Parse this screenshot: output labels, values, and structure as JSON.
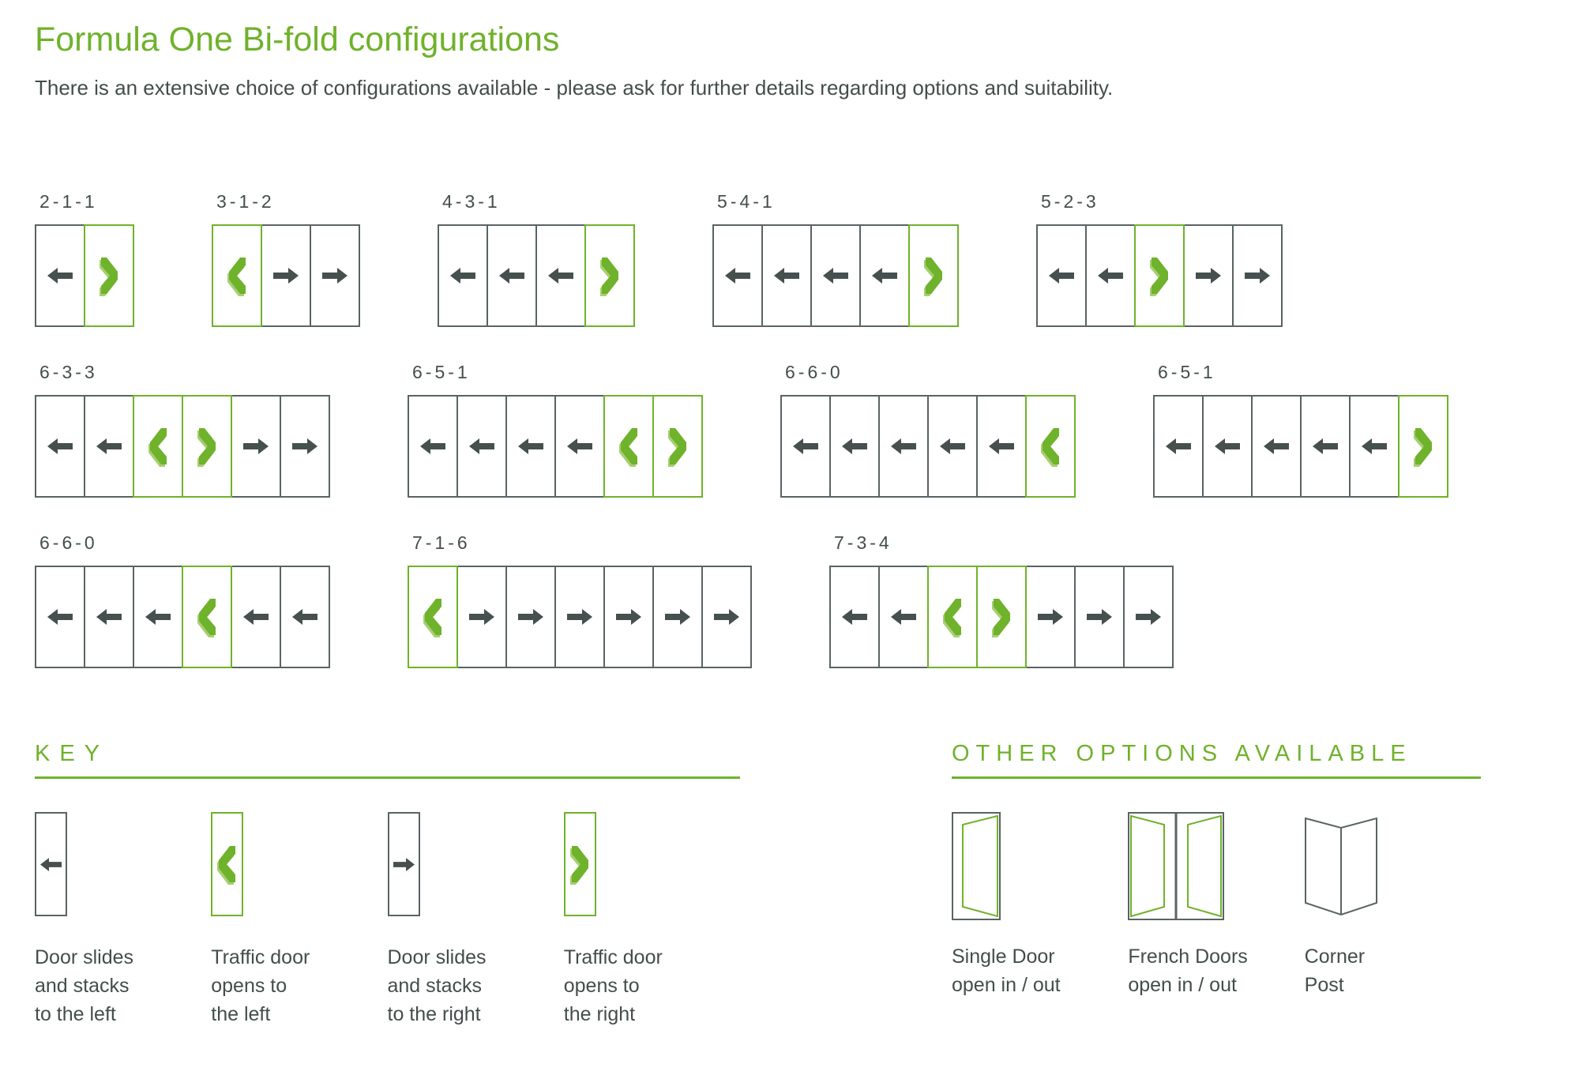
{
  "header": {
    "title": "Formula One Bi-fold configurations",
    "subtitle": "There is an extensive choice of configurations available - please ask for further details regarding options and suitability."
  },
  "colors": {
    "green": "#6fb22b",
    "green_light": "#a6cf72",
    "arrow_slate": "#46504f",
    "panel_border": "#5a6364",
    "text": "#434e4c"
  },
  "config_rows": [
    [
      {
        "label": "2-1-1",
        "panels": [
          "slide-left",
          "traffic-right"
        ]
      },
      {
        "label": "3-1-2",
        "panels": [
          "traffic-left",
          "slide-right",
          "slide-right"
        ]
      },
      {
        "label": "4-3-1",
        "panels": [
          "slide-left",
          "slide-left",
          "slide-left",
          "traffic-right"
        ]
      },
      {
        "label": "5-4-1",
        "panels": [
          "slide-left",
          "slide-left",
          "slide-left",
          "slide-left",
          "traffic-right"
        ]
      },
      {
        "label": "5-2-3",
        "panels": [
          "slide-left",
          "slide-left",
          "traffic-right",
          "slide-right",
          "slide-right"
        ]
      }
    ],
    [
      {
        "label": "6-3-3",
        "panels": [
          "slide-left",
          "slide-left",
          "traffic-left",
          "traffic-right",
          "slide-right",
          "slide-right"
        ]
      },
      {
        "label": "6-5-1",
        "panels": [
          "slide-left",
          "slide-left",
          "slide-left",
          "slide-left",
          "traffic-left",
          "traffic-right"
        ]
      },
      {
        "label": "6-6-0",
        "panels": [
          "slide-left",
          "slide-left",
          "slide-left",
          "slide-left",
          "slide-left",
          "traffic-left"
        ]
      },
      {
        "label": "6-5-1",
        "panels": [
          "slide-left",
          "slide-left",
          "slide-left",
          "slide-left",
          "slide-left",
          "traffic-right"
        ]
      }
    ],
    [
      {
        "label": "6-6-0",
        "panels": [
          "slide-left",
          "slide-left",
          "slide-left",
          "traffic-left",
          "slide-left",
          "slide-left"
        ]
      },
      {
        "label": "7-1-6",
        "panels": [
          "traffic-left",
          "slide-right",
          "slide-right",
          "slide-right",
          "slide-right",
          "slide-right",
          "slide-right"
        ]
      },
      {
        "label": "7-3-4",
        "panels": [
          "slide-left",
          "slide-left",
          "traffic-left",
          "traffic-right",
          "slide-right",
          "slide-right",
          "slide-right"
        ]
      }
    ]
  ],
  "key": {
    "title": "KEY",
    "items": [
      {
        "panel": "slide-left",
        "lines": [
          "Door slides",
          "and stacks",
          "to the left"
        ]
      },
      {
        "panel": "traffic-left",
        "lines": [
          "Traffic door",
          "opens to",
          "the left"
        ]
      },
      {
        "panel": "slide-right",
        "lines": [
          "Door slides",
          "and stacks",
          "to the right"
        ]
      },
      {
        "panel": "traffic-right",
        "lines": [
          "Traffic door",
          "opens to",
          "the right"
        ]
      }
    ]
  },
  "other_options": {
    "title": "OTHER OPTIONS AVAILABLE",
    "items": [
      {
        "icon": "single-door-icon",
        "lines": [
          "Single Door",
          "open in / out"
        ]
      },
      {
        "icon": "french-doors-icon",
        "lines": [
          "French Doors",
          "open in / out"
        ]
      },
      {
        "icon": "corner-post-icon",
        "lines": [
          "Corner",
          "Post"
        ]
      }
    ]
  }
}
